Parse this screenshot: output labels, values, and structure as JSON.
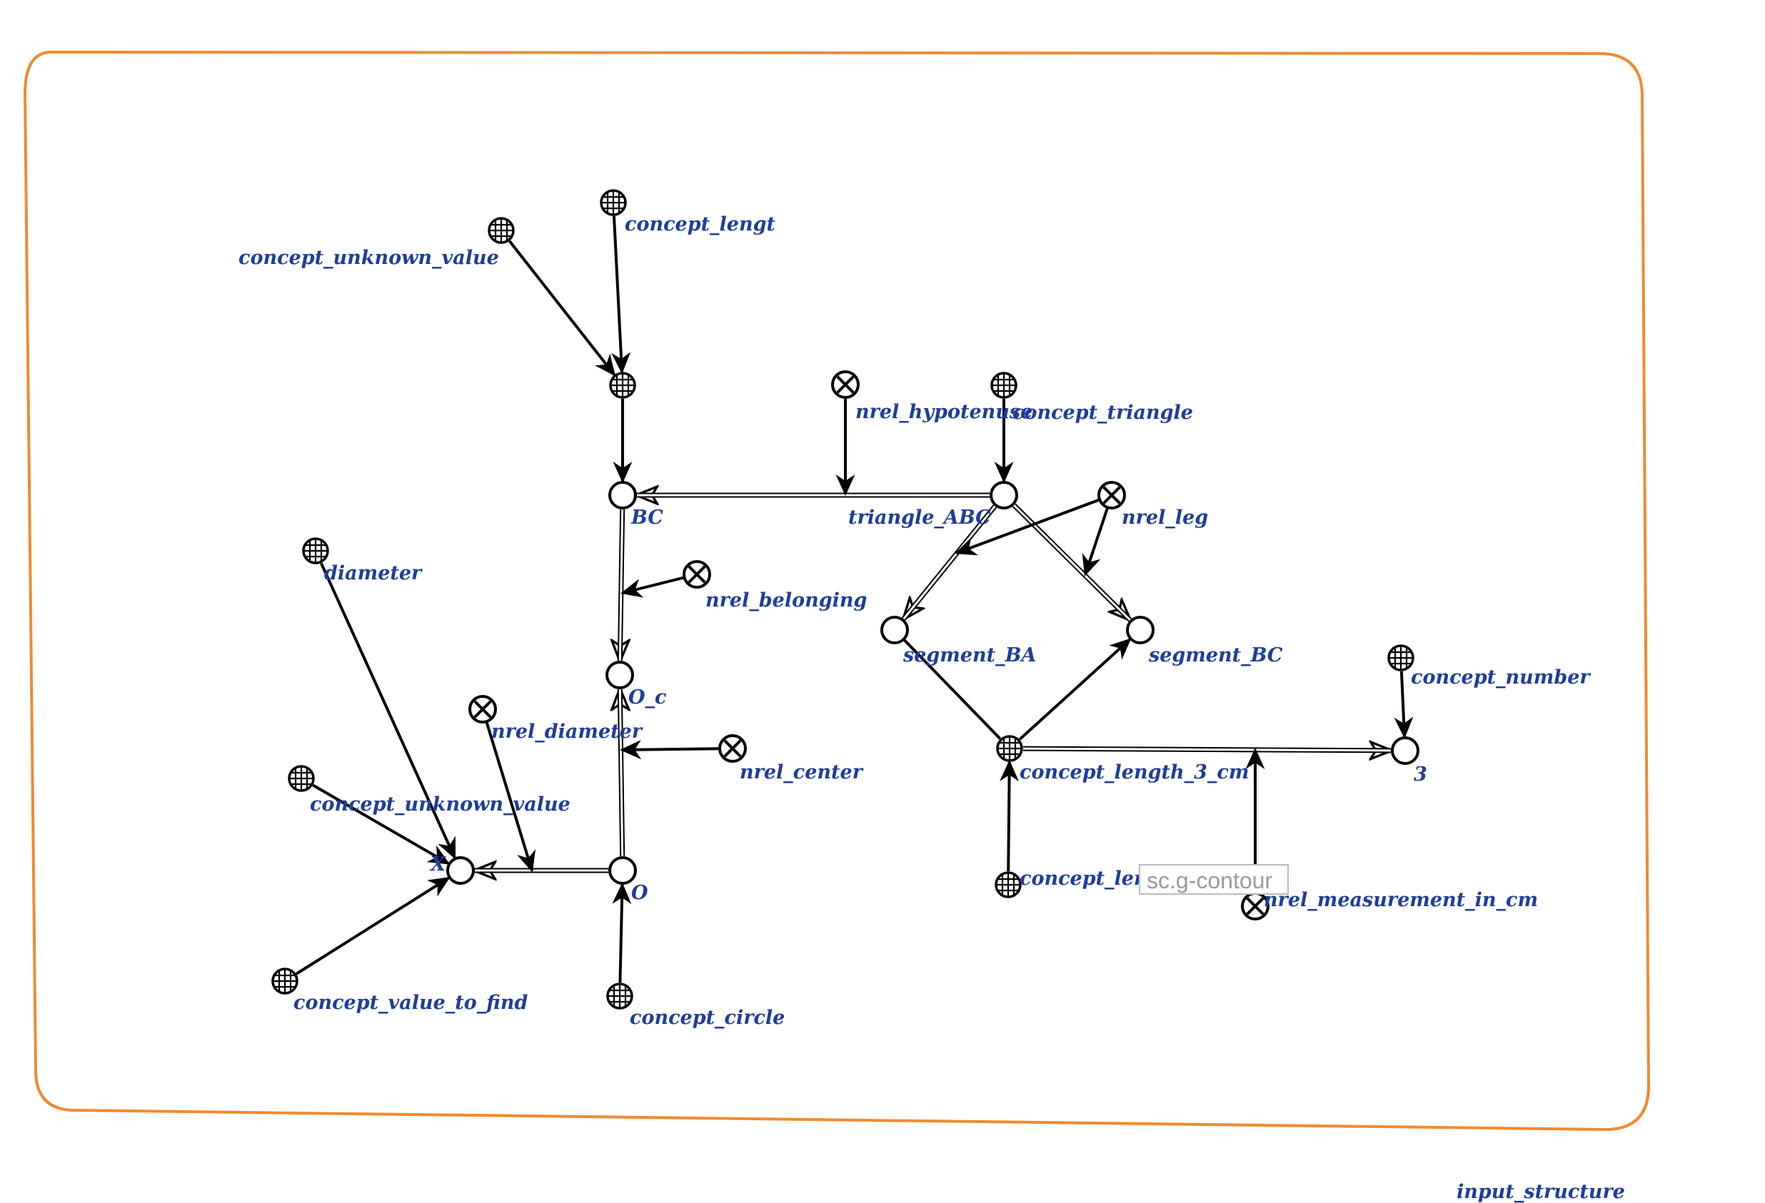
{
  "contour": {
    "label": "input_structure",
    "tooltip": "sc.g-contour",
    "border_color": "#f08a32"
  },
  "colors": {
    "label": "#1f3d99",
    "line": "#000000"
  },
  "nodes": [
    {
      "id": "cuv_top",
      "type": "class",
      "label": "concept_unknown_value"
    },
    {
      "id": "c_lengt",
      "type": "class",
      "label": "concept_lengt"
    },
    {
      "id": "mid_cls",
      "type": "class",
      "label": ""
    },
    {
      "id": "nrel_hyp",
      "type": "relation",
      "label": "nrel_hypotenuse"
    },
    {
      "id": "c_triangle",
      "type": "class",
      "label": "concept_triangle"
    },
    {
      "id": "BC",
      "type": "node",
      "label": "BC"
    },
    {
      "id": "triABC",
      "type": "node",
      "label": "triangle_ABC"
    },
    {
      "id": "nrel_leg",
      "type": "relation",
      "label": "nrel_leg"
    },
    {
      "id": "diam",
      "type": "class",
      "label": "diameter"
    },
    {
      "id": "nrel_bel",
      "type": "relation",
      "label": "nrel_belonging"
    },
    {
      "id": "segBA",
      "type": "node",
      "label": "segment_BA"
    },
    {
      "id": "segBC",
      "type": "node",
      "label": "segment_BC"
    },
    {
      "id": "c_number",
      "type": "class",
      "label": "concept_number"
    },
    {
      "id": "O_c",
      "type": "node",
      "label": "O_c"
    },
    {
      "id": "nrel_diam",
      "type": "relation",
      "label": "nrel_diameter"
    },
    {
      "id": "nrel_center",
      "type": "relation",
      "label": "nrel_center"
    },
    {
      "id": "cl3",
      "type": "class",
      "label": "concept_length_3_cm"
    },
    {
      "id": "three",
      "type": "node",
      "label": "3"
    },
    {
      "id": "cuv_low",
      "type": "class",
      "label": "concept_unknown_value"
    },
    {
      "id": "X",
      "type": "node",
      "label": "X"
    },
    {
      "id": "O",
      "type": "node",
      "label": "O"
    },
    {
      "id": "c_len_bottom",
      "type": "class",
      "label": "concept_len"
    },
    {
      "id": "nrel_meas",
      "type": "relation",
      "label": "nrel_measurement_in_cm"
    },
    {
      "id": "cvtf",
      "type": "class",
      "label": "concept_value_to_find"
    },
    {
      "id": "c_circle",
      "type": "class",
      "label": "concept_circle"
    }
  ],
  "edges": [
    {
      "from": "cuv_top",
      "to": "mid_cls",
      "kind": "arrow"
    },
    {
      "from": "c_lengt",
      "to": "mid_cls",
      "kind": "arrow"
    },
    {
      "from": "mid_cls",
      "to": "BC",
      "kind": "arrow"
    },
    {
      "from": "triABC",
      "to": "BC",
      "kind": "pair"
    },
    {
      "from": "nrel_hyp",
      "to": "e_tri_bc",
      "kind": "arrow"
    },
    {
      "from": "c_triangle",
      "to": "triABC",
      "kind": "arrow"
    },
    {
      "from": "triABC",
      "to": "segBA",
      "kind": "pair"
    },
    {
      "from": "triABC",
      "to": "segBC",
      "kind": "pair"
    },
    {
      "from": "nrel_leg",
      "to": "e_tri_ba",
      "kind": "arrow"
    },
    {
      "from": "nrel_leg",
      "to": "e_tri_bcs",
      "kind": "arrow"
    },
    {
      "from": "BC",
      "to": "O_c",
      "kind": "pair"
    },
    {
      "from": "nrel_bel",
      "to": "e_bc_oc",
      "kind": "arrow"
    },
    {
      "from": "O",
      "to": "O_c",
      "kind": "pair"
    },
    {
      "from": "nrel_center",
      "to": "e_o_oc",
      "kind": "arrow"
    },
    {
      "from": "O",
      "to": "X",
      "kind": "pair"
    },
    {
      "from": "nrel_diam",
      "to": "e_o_x",
      "kind": "arrow"
    },
    {
      "from": "diam",
      "to": "X",
      "kind": "arrow"
    },
    {
      "from": "cuv_low",
      "to": "X",
      "kind": "arrow"
    },
    {
      "from": "cvtf",
      "to": "X",
      "kind": "arrow"
    },
    {
      "from": "c_circle",
      "to": "O",
      "kind": "arrow"
    },
    {
      "from": "c_number",
      "to": "three",
      "kind": "arrow"
    },
    {
      "from": "cl3",
      "to": "segBA",
      "kind": "line"
    },
    {
      "from": "cl3",
      "to": "segBC",
      "kind": "arrow"
    },
    {
      "from": "cl3",
      "to": "three",
      "kind": "pair"
    },
    {
      "from": "nrel_meas",
      "to": "e_cl3_3",
      "kind": "arrow"
    },
    {
      "from": "c_len_bottom",
      "to": "cl3",
      "kind": "arrow"
    }
  ]
}
